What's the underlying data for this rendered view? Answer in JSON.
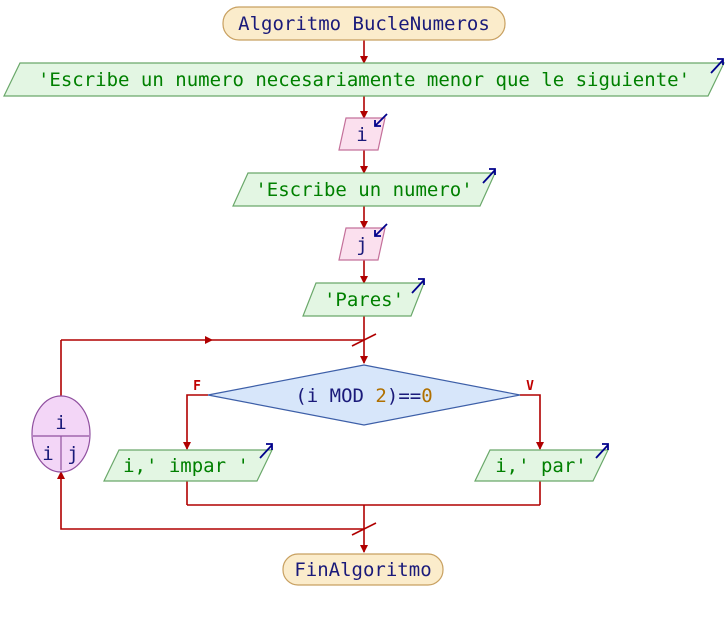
{
  "colors": {
    "flow_line": "#b00000",
    "terminal_fill": "#fbeccb",
    "terminal_stroke": "#c8a060",
    "terminal_text": "#1a1a7a",
    "output_fill": "#e3f6e3",
    "output_stroke": "#6aa86a",
    "output_text": "#008000",
    "input_fill": "#fbe0ee",
    "input_stroke": "#c4709a",
    "input_text": "#1a1a7a",
    "decision_fill": "#d7e6fa",
    "decision_stroke": "#3d5fa8",
    "decision_var": "#1a1a7a",
    "decision_num": "#b07000",
    "loop_fill": "#f3d6f7",
    "loop_stroke": "#9050a0",
    "branch_label": "#c00000",
    "arrow_icon": "#00008b"
  },
  "flowchart": {
    "start": {
      "text": "Algoritmo BucleNumeros"
    },
    "output_1": {
      "text": "'Escribe un numero necesariamente menor que le siguiente'"
    },
    "input_i": {
      "text": "i"
    },
    "output_2": {
      "text": "'Escribe un numero'"
    },
    "input_j": {
      "text": "j"
    },
    "output_3": {
      "text": "'Pares'"
    },
    "decision": {
      "open": "(i MOD ",
      "number": "2",
      "close": ")==",
      "zero": "0",
      "false_label": "F",
      "true_label": "V"
    },
    "output_false": {
      "text": "i,' impar '"
    },
    "output_true": {
      "text": "i,' par'"
    },
    "loop": {
      "var": "i",
      "from": "i",
      "to": "j"
    },
    "end": {
      "text": "FinAlgoritmo"
    }
  }
}
